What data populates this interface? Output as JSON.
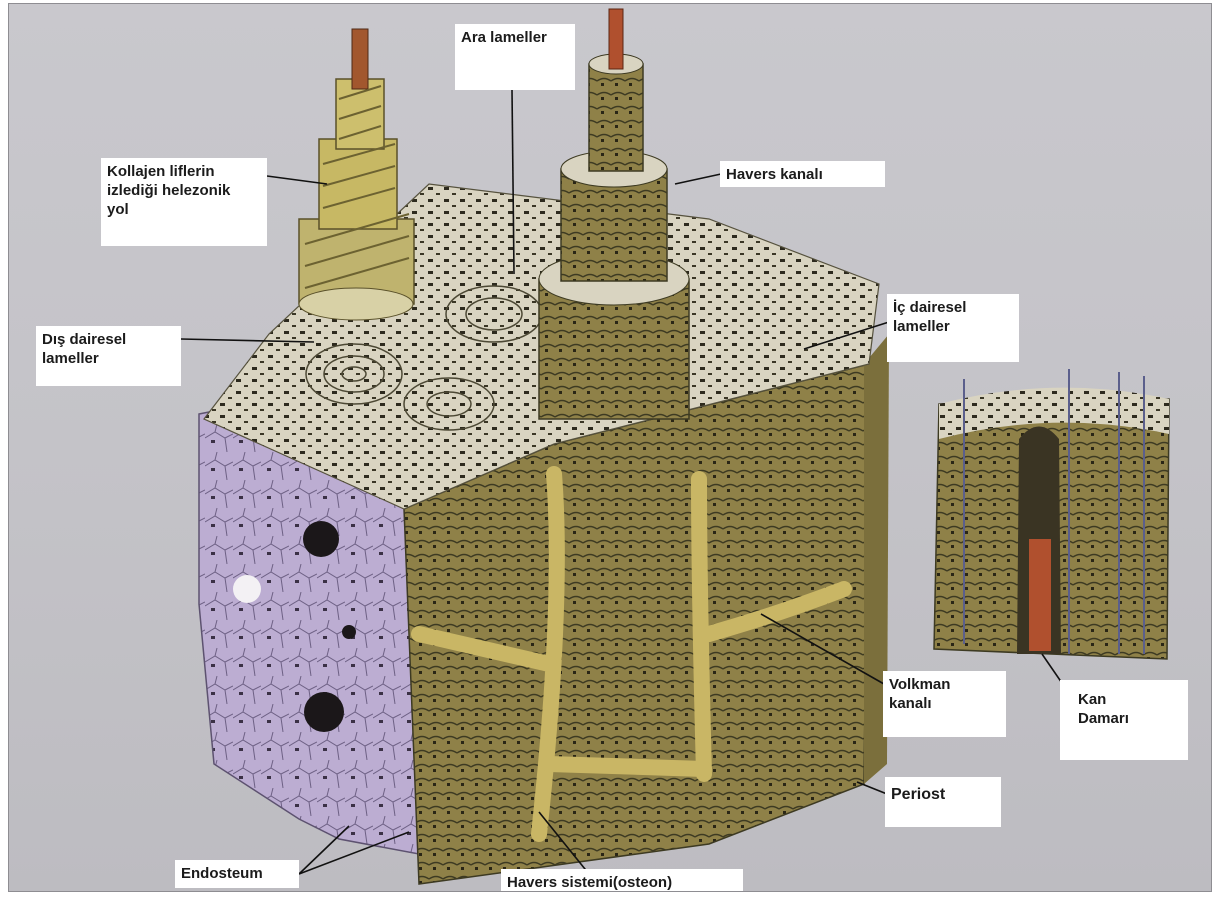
{
  "labels": {
    "ara_lameller": "Ara lameller",
    "kollajen": "Kollajen liflerin\nizlediği helezonik\nyol",
    "havers_kanali": "Havers kanalı",
    "dis_dairesel": "Dış dairesel\nlameller",
    "ic_dairesel": "İç dairesel\nlameller",
    "volkman": "Volkman\nkanalı",
    "kan_damari": "Kan\nDamarı",
    "periost": "Periost",
    "endosteum": "Endosteum",
    "havers_sistemi": "Havers sistemi(osteon)"
  },
  "colors": {
    "background": "#c6c5ca",
    "bone_tan": "#9c8c4e",
    "bone_light": "#dcd6c0",
    "canal_yellow": "#c9b665",
    "spongy_purple": "#b9a9cf",
    "vessel_red": "#b0502e"
  }
}
